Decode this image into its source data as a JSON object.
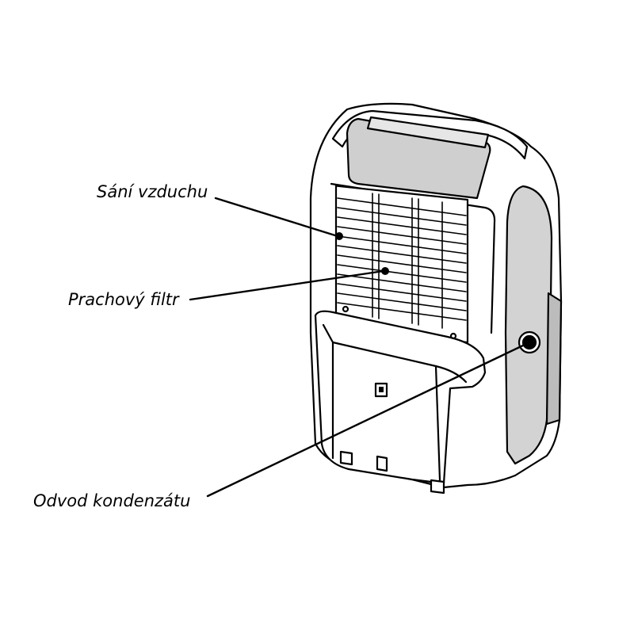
{
  "callouts": {
    "air_intake": "Sání vzduchu",
    "dust_filter": "Prachový filtr",
    "condensate_drain": "Odvod kondenzátu"
  },
  "colors": {
    "line": "#000000",
    "body_fill": "#ffffff",
    "panel_fill": "#d6d6d6",
    "shadow_fill": "#bdbdbd"
  }
}
